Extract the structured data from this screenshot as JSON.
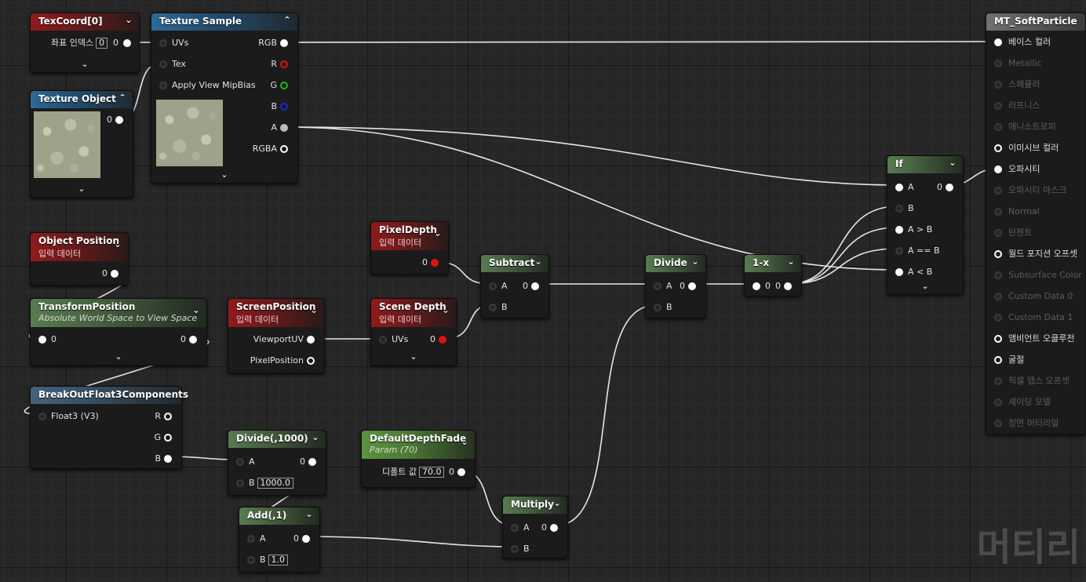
{
  "watermark": "머티리",
  "nodes": {
    "texcoord": {
      "title": "TexCoord[0]",
      "pin_label": "좌표 인덱스",
      "pin_value": "0",
      "out": "0"
    },
    "texture_sample": {
      "title": "Texture Sample",
      "inputs": [
        "UVs",
        "Tex",
        "Apply View MipBias"
      ],
      "outputs": [
        "RGB",
        "R",
        "G",
        "B",
        "A",
        "RGBA"
      ]
    },
    "texture_object": {
      "title": "Texture Object",
      "out": "0"
    },
    "object_position": {
      "title": "Object Position",
      "subtitle": "입력 데이터",
      "out": "0"
    },
    "transform_position": {
      "title": "TransformPosition",
      "subtitle": "Absolute World Space to View Space",
      "in": "0",
      "out": "0"
    },
    "screen_position": {
      "title": "ScreenPosition",
      "subtitle": "입력 데이터",
      "outputs": [
        "ViewportUV",
        "PixelPosition"
      ]
    },
    "pixel_depth": {
      "title": "PixelDepth",
      "subtitle": "입력 데이터",
      "out": "0"
    },
    "scene_depth": {
      "title": "Scene Depth",
      "subtitle": "입력 데이터",
      "in": "UVs",
      "out": "0"
    },
    "subtract": {
      "title": "Subtract",
      "in_a": "A",
      "in_b": "B",
      "out": "0"
    },
    "divide": {
      "title": "Divide",
      "in_a": "A",
      "in_b": "B",
      "out": "0"
    },
    "one_minus": {
      "title": "1-x",
      "in": "0",
      "out": "0"
    },
    "if_node": {
      "title": "If",
      "inputs": [
        "A",
        "B",
        "A > B",
        "A == B",
        "A < B"
      ],
      "out": "0"
    },
    "breakout": {
      "title": "BreakOutFloat3Components",
      "in": "Float3 (V3)",
      "outputs": [
        "R",
        "G",
        "B"
      ]
    },
    "divide_1000": {
      "title": "Divide(,1000)",
      "in_a": "A",
      "in_b": "B",
      "b_value": "1000.0",
      "out": "0"
    },
    "add_1": {
      "title": "Add(,1)",
      "in_a": "A",
      "in_b": "B",
      "b_value": "1.0",
      "out": "0"
    },
    "default_depth_fade": {
      "title": "DefaultDepthFade",
      "subtitle": "Param (70)",
      "pin_label": "디폴트 값",
      "pin_value": "70.0",
      "out": "0"
    },
    "multiply": {
      "title": "Multiply",
      "in_a": "A",
      "in_b": "B",
      "out": "0"
    }
  },
  "material": {
    "title": "MT_SoftParticle",
    "pins": [
      {
        "label": "베이스 컬러",
        "active": true,
        "connected": true
      },
      {
        "label": "Metallic",
        "active": false,
        "connected": false
      },
      {
        "label": "스페큘러",
        "active": false,
        "connected": false
      },
      {
        "label": "러프니스",
        "active": false,
        "connected": false
      },
      {
        "label": "애니소트로피",
        "active": false,
        "connected": false
      },
      {
        "label": "이미시브 컬러",
        "active": true,
        "connected": false
      },
      {
        "label": "오파시티",
        "active": true,
        "connected": true
      },
      {
        "label": "오파시티 마스크",
        "active": false,
        "connected": false
      },
      {
        "label": "Normal",
        "active": false,
        "connected": false
      },
      {
        "label": "탄젠트",
        "active": false,
        "connected": false
      },
      {
        "label": "월드 포지션 오프셋",
        "active": true,
        "connected": false
      },
      {
        "label": "Subsurface Color",
        "active": false,
        "connected": false
      },
      {
        "label": "Custom Data 0",
        "active": false,
        "connected": false
      },
      {
        "label": "Custom Data 1",
        "active": false,
        "connected": false
      },
      {
        "label": "앰비언트 오클루전",
        "active": true,
        "connected": false
      },
      {
        "label": "굴절",
        "active": true,
        "connected": false
      },
      {
        "label": "픽셀 뎁스 오프셋",
        "active": false,
        "connected": false
      },
      {
        "label": "셰이딩 모델",
        "active": false,
        "connected": false
      },
      {
        "label": "정면 머티리얼",
        "active": false,
        "connected": false
      }
    ]
  }
}
